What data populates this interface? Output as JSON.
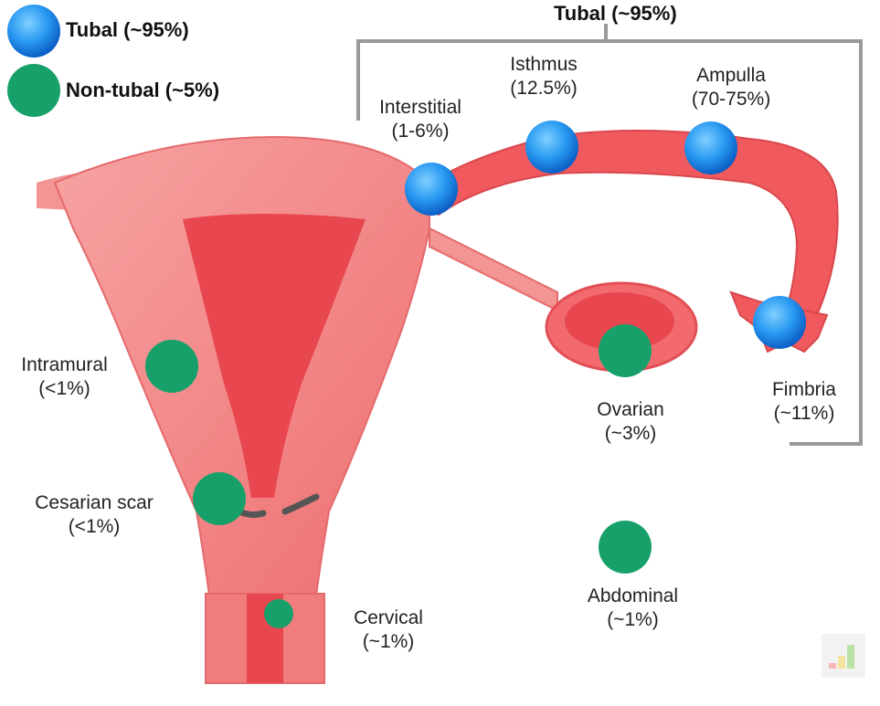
{
  "legend": {
    "tubal_label": "Tubal (~95%)",
    "nontubal_label": "Non-tubal (~5%)"
  },
  "bracket": {
    "title": "Tubal (~95%)"
  },
  "sites": {
    "interstitial": {
      "name": "Interstitial",
      "pct": "(1-6%)"
    },
    "isthmus": {
      "name": "Isthmus",
      "pct": "(12.5%)"
    },
    "ampulla": {
      "name": "Ampulla",
      "pct": "(70-75%)"
    },
    "fimbria": {
      "name": "Fimbria",
      "pct": "(~11%)"
    },
    "ovarian": {
      "name": "Ovarian",
      "pct": "(~3%)"
    },
    "abdominal": {
      "name": "Abdominal",
      "pct": "(~1%)"
    },
    "intramural": {
      "name": "Intramural",
      "pct": "(<1%)"
    },
    "cesarian": {
      "name": "Cesarian scar",
      "pct": "(<1%)"
    },
    "cervical": {
      "name": "Cervical",
      "pct": "(~1%)"
    }
  },
  "colors": {
    "tubal_dot": "#1f8ff0",
    "nontubal_dot": "#17a06a",
    "tissue": "#f07c7c",
    "tissue_dark": "#e04f55",
    "bracket": "#9a9a9a"
  }
}
